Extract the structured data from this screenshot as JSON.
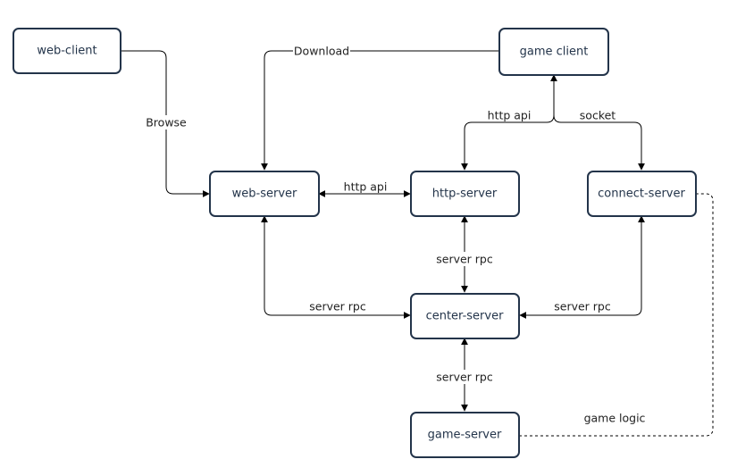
{
  "nodes": {
    "web_client": "web-client",
    "game_client": "game client",
    "web_server": "web-server",
    "http_server": "http-server",
    "connect_server": "connect-server",
    "center_server": "center-server",
    "game_server": "game-server"
  },
  "edges": {
    "download": "Download",
    "browse": "Browse",
    "http_api_client": "http api",
    "socket": "socket",
    "http_api_web": "http api",
    "server_rpc_http_center": "server rpc",
    "server_rpc_web_center": "server rpc",
    "server_rpc_connect_center": "server rpc",
    "server_rpc_center_game": "server rpc",
    "game_logic": "game logic"
  },
  "colors": {
    "node_border": "#23344a",
    "node_text": "#23344a",
    "edge": "#000000"
  }
}
